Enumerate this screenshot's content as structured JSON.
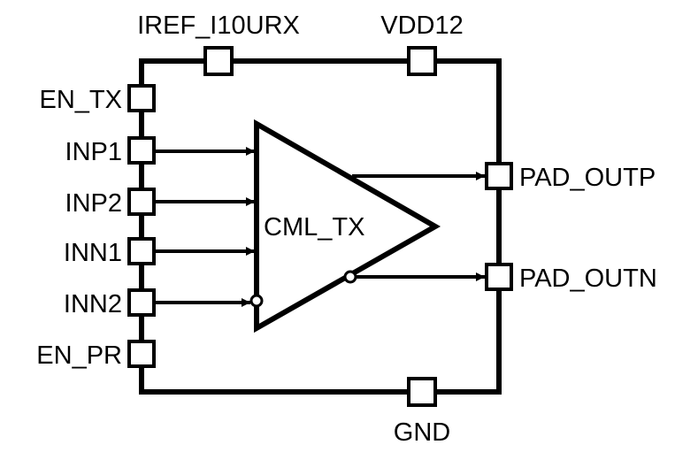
{
  "diagram": {
    "block_name": "CML_TX",
    "colors": {
      "line": "#000000",
      "background": "#ffffff",
      "pad_fill": "#ffffff"
    },
    "top_pins": [
      {
        "id": "iref",
        "label": "IREF_I10URX"
      },
      {
        "id": "vdd12",
        "label": "VDD12"
      }
    ],
    "left_pins": [
      {
        "id": "en_tx",
        "label": "EN_TX",
        "connected": false,
        "inverted": false
      },
      {
        "id": "inp1",
        "label": "INP1",
        "connected": true,
        "inverted": false
      },
      {
        "id": "inp2",
        "label": "INP2",
        "connected": true,
        "inverted": false
      },
      {
        "id": "inn1",
        "label": "INN1",
        "connected": true,
        "inverted": false
      },
      {
        "id": "inn2",
        "label": "INN2",
        "connected": true,
        "inverted": true
      },
      {
        "id": "en_pr",
        "label": "EN_PR",
        "connected": false,
        "inverted": false
      }
    ],
    "right_pins": [
      {
        "id": "pad_outp",
        "label": "PAD_OUTP",
        "inverted": false
      },
      {
        "id": "pad_outn",
        "label": "PAD_OUTN",
        "inverted": true
      }
    ],
    "bottom_pins": [
      {
        "id": "gnd",
        "label": "GND"
      }
    ]
  }
}
